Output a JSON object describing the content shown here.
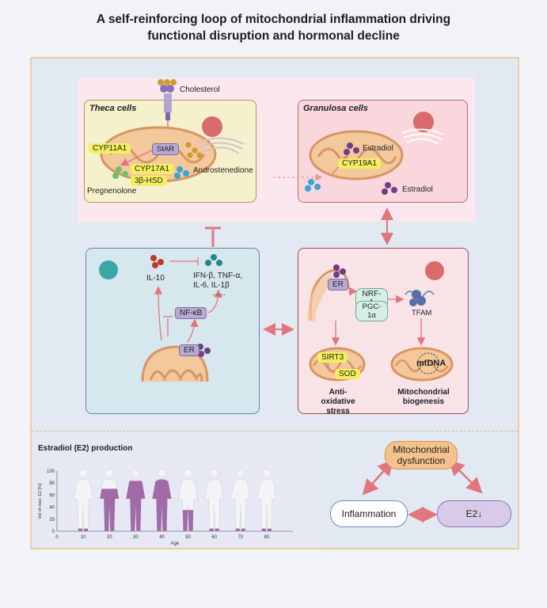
{
  "title_line1": "A self-reinforcing loop of mitochondrial inflammation driving",
  "title_line2": "functional disruption and hormonal decline",
  "theca": {
    "title": "Theca cells",
    "cholesterol": "Cholesterol",
    "star": "StAR",
    "cyp11a1": "CYP11A1",
    "cyp17a1": "CYP17A1",
    "hsd": "3β-HSD",
    "pregnenolone": "Pregnenolone",
    "androstenedione": "Androstenedione"
  },
  "granulosa": {
    "title": "Granulosa cells",
    "estradiol_inner": "Estradiol",
    "cyp19a1": "CYP19A1",
    "estradiol_outer": "Estradiol"
  },
  "immune": {
    "il10": "IL-10",
    "cytokines_line1": "IFN-β, TNF-α,",
    "cytokines_line2": "IL-6, IL-1β",
    "cytokines_line3": "......",
    "nfkb": "NF-κB",
    "er": "ER"
  },
  "mito": {
    "er": "ER",
    "nrf1": "NRF-1",
    "pgc1a": "PGC-1α",
    "tfam": "TFAM",
    "sirt3": "SIRT3",
    "sod": "SOD",
    "mtdna": "mtDNA",
    "anti_line1": "Anti-oxidative",
    "anti_line2": "stress",
    "bio_line1": "Mitochondrial",
    "bio_line2": "biogenesis"
  },
  "chart_data": {
    "type": "bar",
    "title": "Estradiol (E2) production",
    "xlabel": "Age",
    "ylabel": "Vol of max. E2 [%]",
    "x_ticks": [
      "0",
      "10",
      "20",
      "30",
      "40",
      "50",
      "60",
      "70",
      "80"
    ],
    "y_ticks": [
      "0",
      "20",
      "40",
      "60",
      "80",
      "100"
    ],
    "ylim": [
      0,
      100
    ],
    "categories": [
      "10",
      "20",
      "30",
      "40",
      "50",
      "60",
      "70",
      "80"
    ],
    "values": [
      5,
      80,
      95,
      100,
      40,
      5,
      5,
      5
    ]
  },
  "loop": {
    "mito_line1": "Mitochondrial",
    "mito_line2": "dysfunction",
    "inflammation": "Inflammation",
    "e2": "E2↓"
  },
  "colors": {
    "purple": "#a16aa8",
    "figure_grey": "#f4f4f6",
    "arrow": "#e0777e",
    "inhibit": "#e0777e"
  }
}
